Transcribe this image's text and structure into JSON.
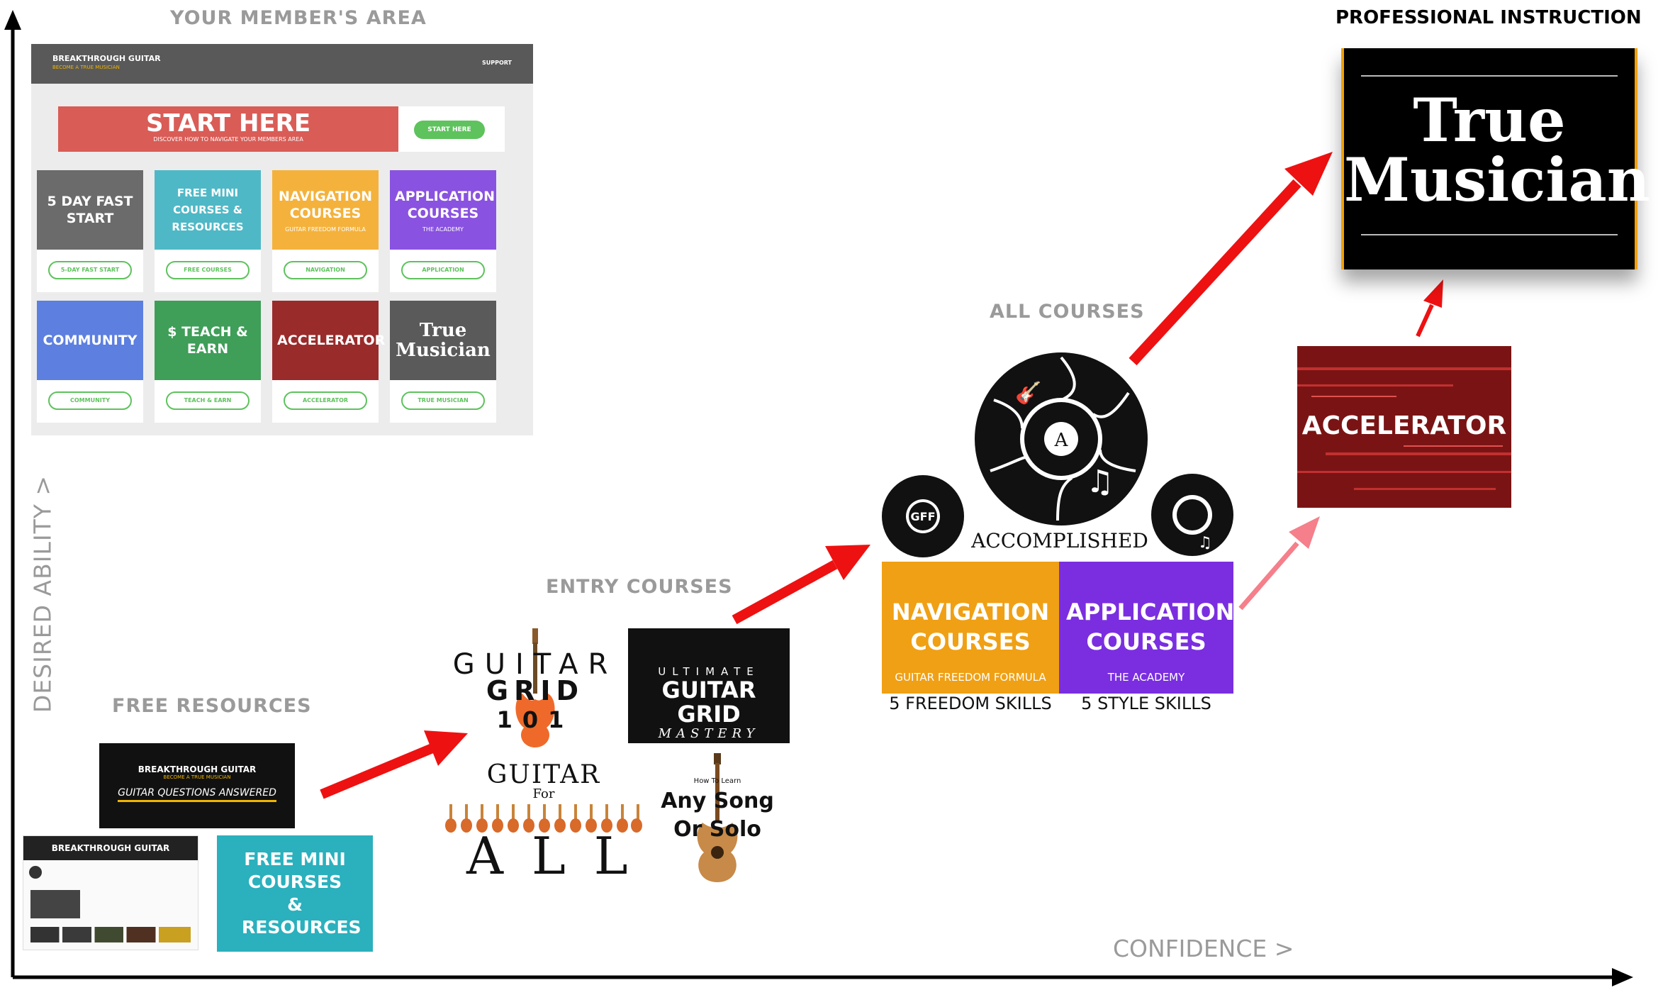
{
  "headings": {
    "member_area": "YOUR MEMBER'S AREA",
    "professional": "PROFESSIONAL INSTRUCTION",
    "all_courses": "ALL COURSES",
    "entry_courses": "ENTRY COURSES",
    "free_resources": "FREE RESOURCES"
  },
  "axes": {
    "y_label": "DESIRED ABILITY >",
    "x_label": "CONFIDENCE >"
  },
  "member_area": {
    "brand": "BREAKTHROUGH GUITAR",
    "brand_tagline": "BECOME A TRUE MUSICIAN",
    "support": "SUPPORT",
    "start_here": {
      "title": "START HERE",
      "subtitle": "DISCOVER HOW TO NAVIGATE YOUR MEMBERS AREA",
      "button": "START HERE"
    },
    "cards": [
      {
        "title": "5 DAY FAST START",
        "sub": "",
        "button": "5-DAY FAST START",
        "color": "#6b6b6b"
      },
      {
        "title": "FREE MINI COURSES & RESOURCES",
        "sub": "",
        "button": "FREE COURSES",
        "color": "#4fb8c6"
      },
      {
        "title": "NAVIGATION COURSES",
        "sub": "GUITAR FREEDOM FORMULA",
        "button": "NAVIGATION",
        "color": "#f4b23c"
      },
      {
        "title": "APPLICATION COURSES",
        "sub": "THE ACADEMY",
        "button": "APPLICATION",
        "color": "#8a52e0"
      },
      {
        "title": "COMMUNITY",
        "sub": "",
        "button": "COMMUNITY",
        "color": "#5c7fe0"
      },
      {
        "title": "$ TEACH & EARN",
        "sub": "",
        "button": "TEACH & EARN",
        "color": "#3f9e58"
      },
      {
        "title": "ACCELERATOR",
        "sub": "",
        "button": "ACCELERATOR",
        "color": "#9a2b2b"
      },
      {
        "title": "True Musician",
        "sub": "",
        "button": "TRUE MUSICIAN",
        "color": "#5a5a5a"
      }
    ]
  },
  "free_resources": {
    "bg_brand": "BREAKTHROUGH GUITAR",
    "bg_tagline": "BECOME A TRUE MUSICIAN",
    "questions": "GUITAR QUESTIONS ANSWERED",
    "yt_brand": "BREAKTHROUGH GUITAR",
    "free_mini": "FREE MINI COURSES & RESOURCES"
  },
  "entry_courses": {
    "grid101": {
      "line1": "GUITAR",
      "line2": "GRID",
      "line3": "101"
    },
    "ugg": {
      "line1": "ULTIMATE",
      "line2": "GUITAR GRID",
      "line3": "MASTERY"
    },
    "gfa": {
      "line1": "GUITAR",
      "line2": "For",
      "line3": "ALL"
    },
    "song": {
      "line1": "How To Learn",
      "line2": "Any Song",
      "line3": "Or Solo"
    }
  },
  "all_courses": {
    "accomplished": "ACCOMPLISHED",
    "gff": "GFF",
    "a_letter": "A",
    "navigation": {
      "title": "NAVIGATION COURSES",
      "sub": "GUITAR FREEDOM FORMULA",
      "caption": "5 FREEDOM SKILLS"
    },
    "application": {
      "title": "APPLICATION COURSES",
      "sub": "THE ACADEMY",
      "caption": "5 STYLE SKILLS"
    }
  },
  "accelerator": "ACCELERATOR",
  "true_musician": {
    "line1": "True",
    "line2": "Musician"
  },
  "colors": {
    "arrow": "#ee1111",
    "arrow_light": "#f57f8a",
    "heading": "#9a9a9a"
  }
}
